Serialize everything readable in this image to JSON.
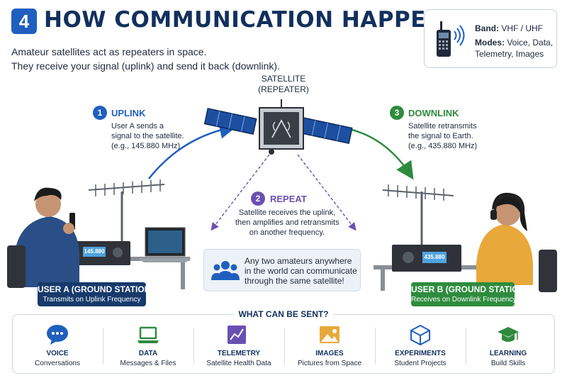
{
  "header": {
    "number": "4",
    "title": "HOW COMMUNICATION HAPPENS",
    "intro_line1": "Amateur satellites act as repeaters in space.",
    "intro_line2": "They receive your signal (uplink) and send it back (downlink)."
  },
  "band_box": {
    "band_label": "Band:",
    "band_value": "VHF / UHF",
    "modes_label": "Modes:",
    "modes_value_line1": "Voice, Data,",
    "modes_value_line2": "Telemetry, Images",
    "icon": "handheld-radio-icon"
  },
  "satellite": {
    "title_line1": "SATELLITE",
    "title_line2": "(REPEATER)"
  },
  "steps": [
    {
      "number": "1",
      "title": "UPLINK",
      "desc_line1": "User A sends a",
      "desc_line2": "signal to the satellite.",
      "desc_line3": "(e.g., 145.880 MHz)",
      "color": "#1f5fbf"
    },
    {
      "number": "2",
      "title": "REPEAT",
      "desc_line1": "Satellite receives the uplink,",
      "desc_line2": "then amplifies and retransmits",
      "desc_line3": "on another frequency.",
      "color": "#6a4fb3"
    },
    {
      "number": "3",
      "title": "DOWNLINK",
      "desc_line1": "Satellite retransmits",
      "desc_line2": "the signal to Earth.",
      "desc_line3": "(e.g., 435.880 MHz)",
      "color": "#2e8b3d"
    }
  ],
  "center_note": {
    "line1": "Any two amateurs anywhere",
    "line2": "in the world can communicate",
    "line3": "through the same satellite!",
    "icon": "people-group-icon"
  },
  "stations": {
    "a": {
      "title": "USER A (GROUND STATION)",
      "subtitle": "Transmits on Uplink Frequency",
      "radio_display": "145.880",
      "color": "#173a6b"
    },
    "b": {
      "title": "USER B (GROUND STATION)",
      "subtitle": "Receives on Downlink Frequency",
      "radio_display": "435.880",
      "color": "#2e8b3d"
    }
  },
  "what_can_be_sent": {
    "title": "WHAT CAN BE SENT?",
    "items": [
      {
        "label": "VOICE",
        "desc": "Conversations",
        "icon": "speech-bubble-icon"
      },
      {
        "label": "DATA",
        "desc": "Messages & Files",
        "icon": "laptop-icon"
      },
      {
        "label": "TELEMETRY",
        "desc": "Satellite Health Data",
        "icon": "telemetry-chart-icon"
      },
      {
        "label": "IMAGES",
        "desc": "Pictures from Space",
        "icon": "image-icon"
      },
      {
        "label": "EXPERIMENTS",
        "desc": "Student Projects",
        "icon": "cube-icon"
      },
      {
        "label": "LEARNING",
        "desc": "Build Skills",
        "icon": "graduation-cap-icon"
      }
    ]
  }
}
